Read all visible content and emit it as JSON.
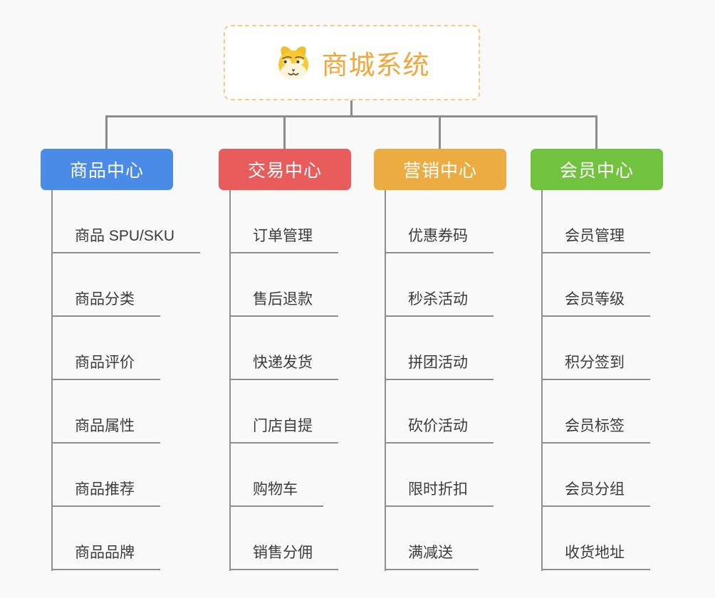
{
  "root": {
    "title": "商城系统",
    "icon": "doge-icon",
    "title_color": "#f0a73c",
    "border_color": "#f5cb8a"
  },
  "connector_color": "#8c8c8c",
  "branches": [
    {
      "label": "商品中心",
      "color": "#4a8be8",
      "items": [
        "商品 SPU/SKU",
        "商品分类",
        "商品评价",
        "商品属性",
        "商品推荐",
        "商品品牌"
      ]
    },
    {
      "label": "交易中心",
      "color": "#e85c5c",
      "items": [
        "订单管理",
        "售后退款",
        "快递发货",
        "门店自提",
        "购物车",
        "销售分佣"
      ]
    },
    {
      "label": "营销中心",
      "color": "#ecac42",
      "items": [
        "优惠券码",
        "秒杀活动",
        "拼团活动",
        "砍价活动",
        "限时折扣",
        "满减送"
      ]
    },
    {
      "label": "会员中心",
      "color": "#70c23f",
      "items": [
        "会员管理",
        "会员等级",
        "积分签到",
        "会员标签",
        "会员分组",
        "收货地址"
      ]
    }
  ]
}
